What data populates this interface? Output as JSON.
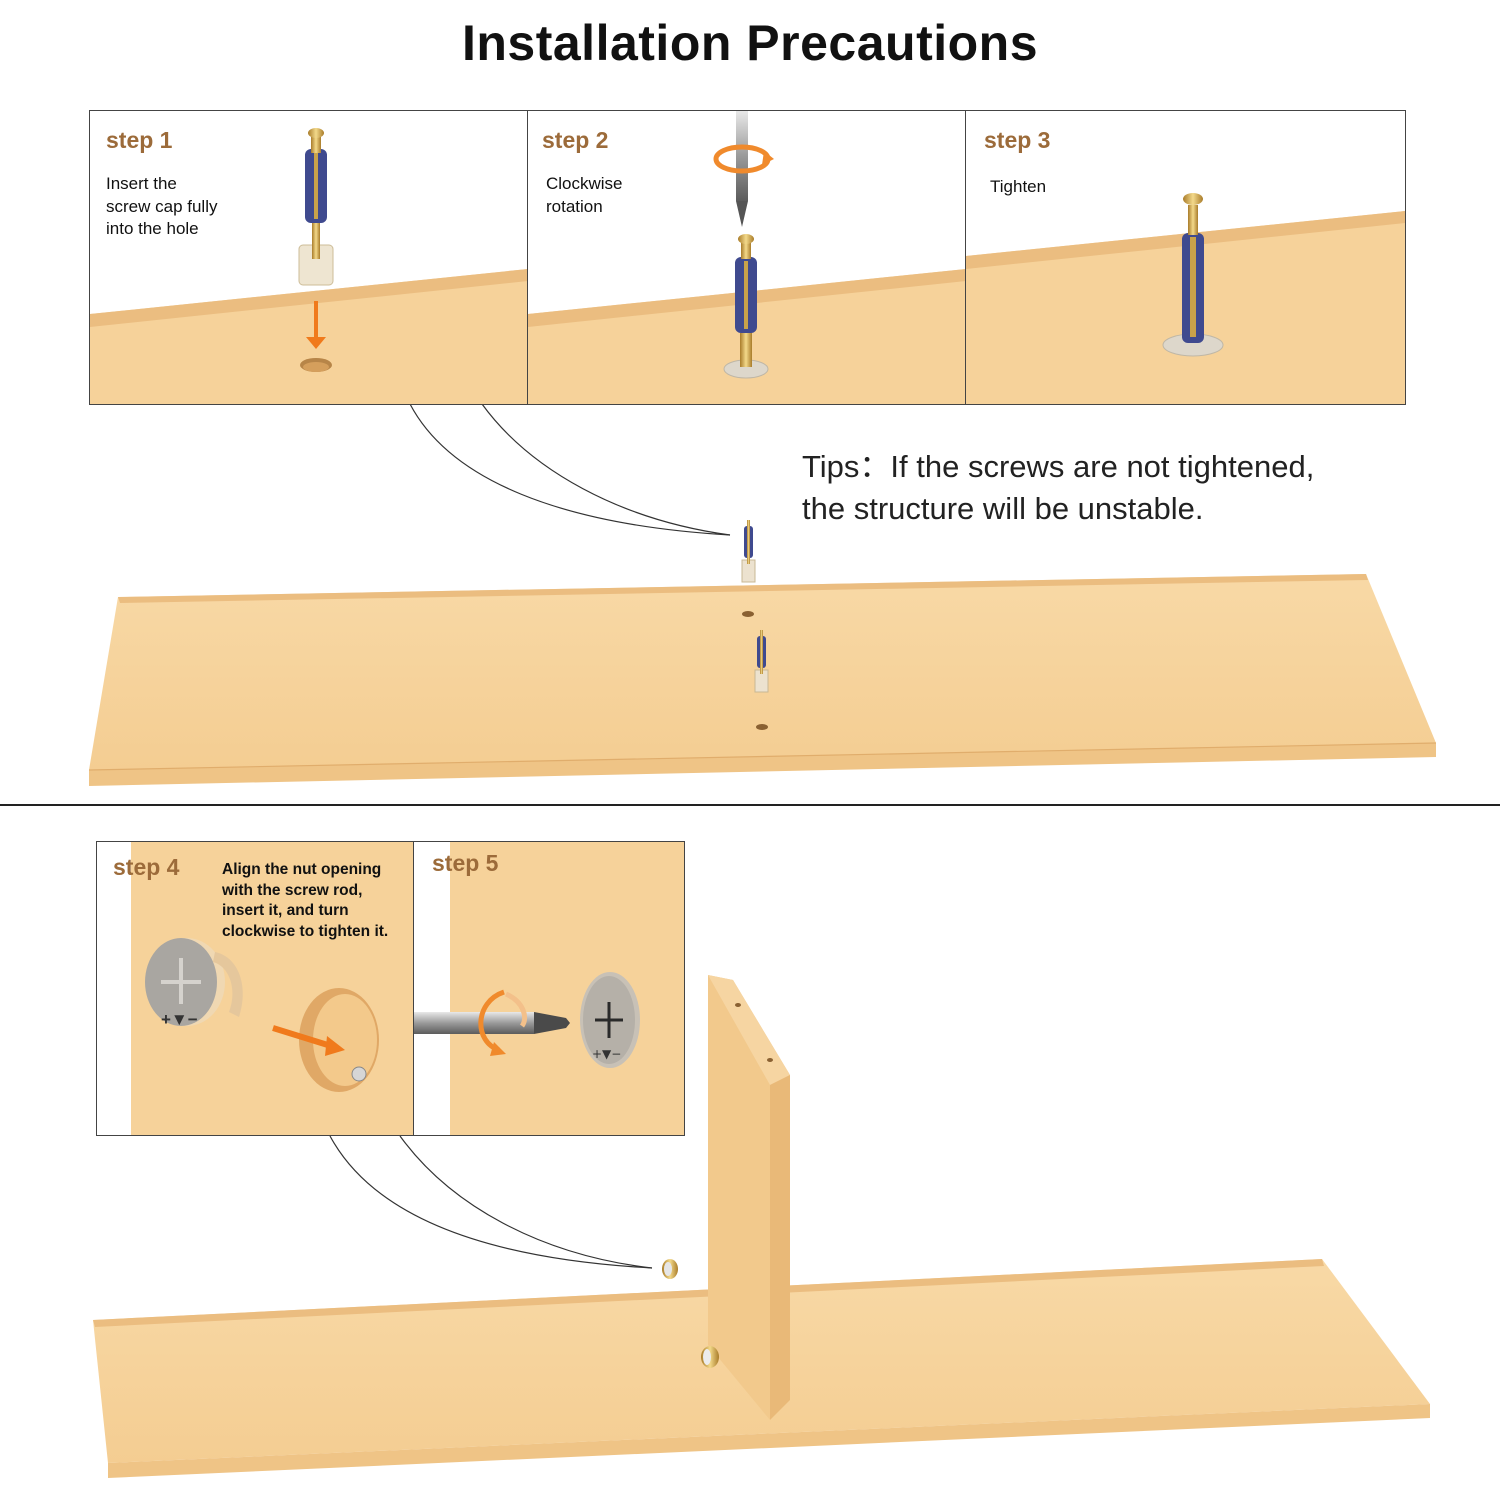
{
  "title": "Installation Precautions",
  "steps": [
    {
      "label": "step 1",
      "text": [
        "Insert the",
        "screw cap fully",
        "into the hole"
      ]
    },
    {
      "label": "step 2",
      "text": [
        "Clockwise",
        "rotation"
      ]
    },
    {
      "label": "step 3",
      "text": [
        "Tighten"
      ]
    },
    {
      "label": "step 4",
      "text": [
        "Align the nut opening",
        "with the screw rod,",
        "insert it, and turn",
        "clockwise to tighten it."
      ]
    },
    {
      "label": "step 5",
      "text": []
    }
  ],
  "tips": {
    "line1": "Tips：If the screws are not tightened,",
    "line2": "the structure will be unstable."
  },
  "cam_lock_marks": "+▼−",
  "colors": {
    "wood": "#f6d29a",
    "wood_edge": "#ecbd7c",
    "step_label": "#9c6b3a",
    "arrow": "#f07a1c",
    "screw_blue": "#3f4a8f",
    "brass": "#d8a94a"
  }
}
